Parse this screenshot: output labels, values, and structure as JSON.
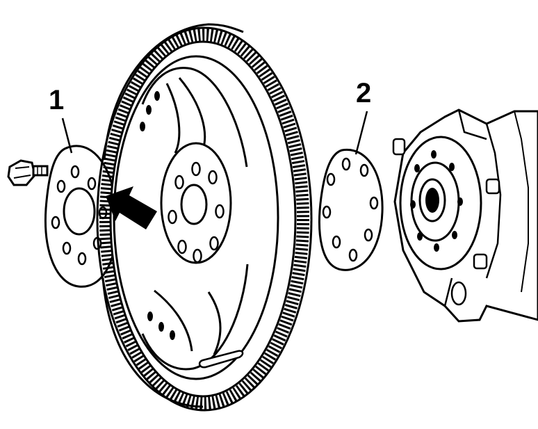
{
  "callouts": [
    {
      "id": "1",
      "text": "1"
    },
    {
      "id": "2",
      "text": "2"
    }
  ],
  "colors": {
    "ink": "#000000",
    "paper": "#ffffff"
  },
  "parts": [
    "front-drive-plate",
    "flywheel-ring-gear",
    "rear-drive-plate",
    "crankshaft-flange",
    "bolt",
    "direction-arrow"
  ]
}
